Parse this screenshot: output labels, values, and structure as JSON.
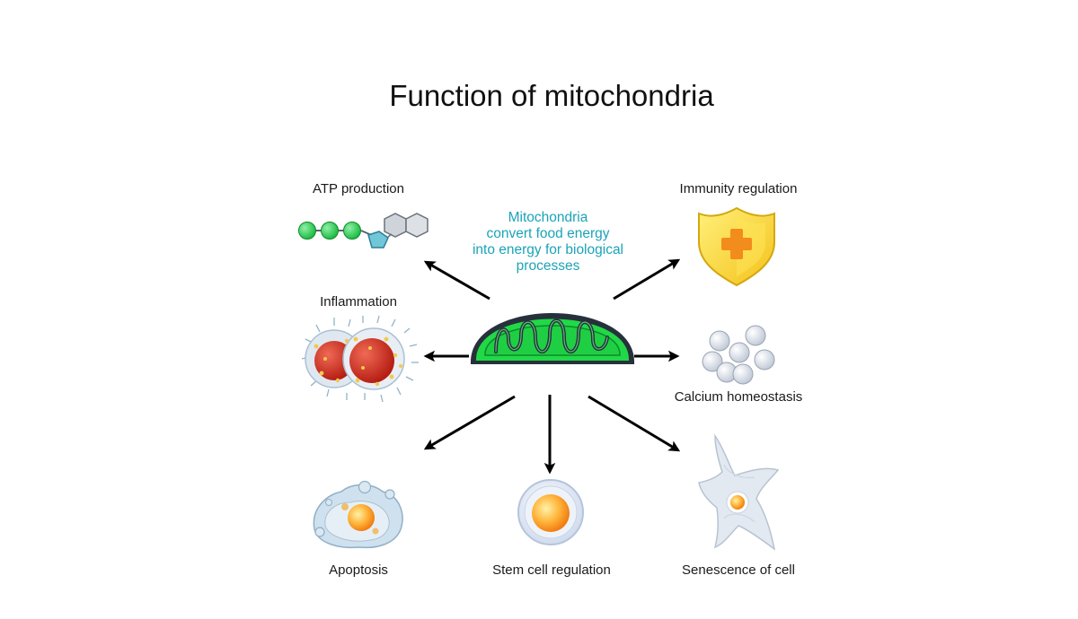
{
  "title": "Function of mitochondria",
  "caption": {
    "lines": [
      "Mitochondria",
      "convert food energy",
      "into energy for biological",
      "processes"
    ]
  },
  "nodes": {
    "atp": {
      "label": "ATP production"
    },
    "immunity": {
      "label": "Immunity regulation"
    },
    "inflammation": {
      "label": "Inflammation"
    },
    "calcium": {
      "label": "Calcium homeostasis"
    },
    "apoptosis": {
      "label": "Apoptosis"
    },
    "stem": {
      "label": "Stem cell regulation"
    },
    "senescence": {
      "label": "Senescence of cell"
    }
  },
  "colors": {
    "text": "#1a1a1a",
    "caption": "#1ba3b8",
    "mito_green": "#21d947",
    "mito_dark": "#27313b",
    "arrow": "#000000",
    "shield_yellow": "#ffd83a",
    "shield_cross": "#f28c1c",
    "cell_red": "#d42a1e",
    "calcium_gray": "#d7dde6"
  }
}
